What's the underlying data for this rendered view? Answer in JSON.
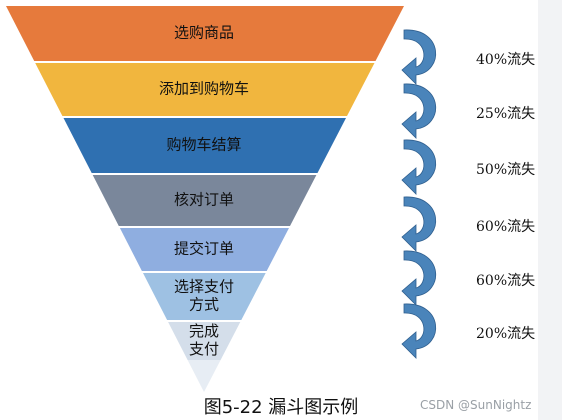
{
  "funnel": {
    "layers": [
      {
        "label": [
          "选购商品"
        ],
        "color": "#e67a3c"
      },
      {
        "label": [
          "添加到购物车"
        ],
        "color": "#f1b63e"
      },
      {
        "label": [
          "购物车结算"
        ],
        "color": "#2f70b1"
      },
      {
        "label": [
          "核对订单"
        ],
        "color": "#7a879b"
      },
      {
        "label": [
          "提交订单"
        ],
        "color": "#8faee0"
      },
      {
        "label": [
          "选择支付",
          "方式"
        ],
        "color": "#9ec1e3"
      },
      {
        "label": [
          "完成",
          "支付"
        ],
        "color": "#d4deea"
      }
    ],
    "tip_color": "#e7edf4",
    "losses": [
      "40%流失",
      "25%流失",
      "50%流失",
      "60%流失",
      "60%流失",
      "20%流失"
    ],
    "arrow_color": "#4a84ba"
  },
  "caption": "图5-22 漏斗图示例",
  "watermark": "CSDN @SunNightz"
}
